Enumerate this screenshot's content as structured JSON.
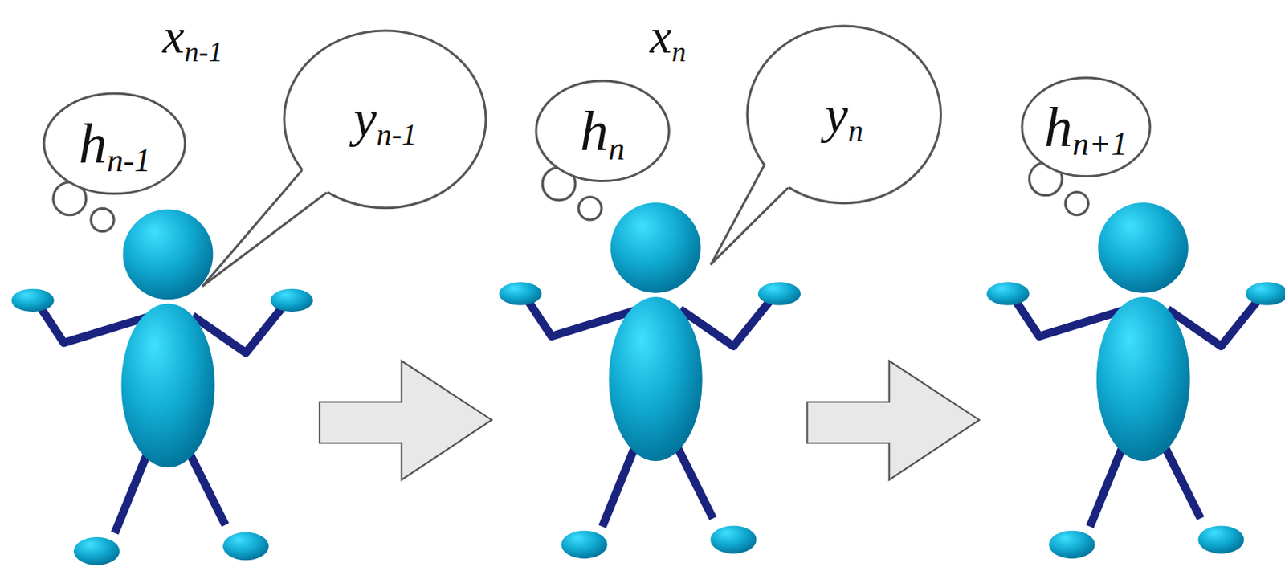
{
  "diagram": {
    "nodes": [
      {
        "text": [
          "hn-1"
        ]
      },
      {
        "text": [
          "yn-1"
        ]
      },
      {
        "text": [
          "hn"
        ]
      },
      {
        "text": [
          "yn"
        ]
      },
      {
        "text": [
          "hn+1"
        ]
      }
    ],
    "labels": [
      "xn-1",
      "xn"
    ]
  }
}
